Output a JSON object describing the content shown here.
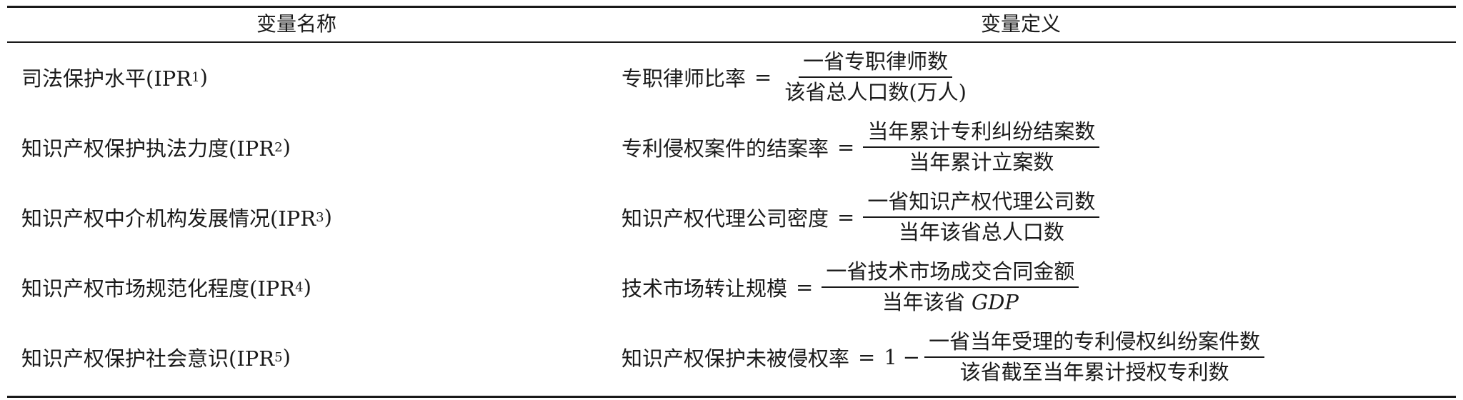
{
  "table": {
    "headers": {
      "name": "变量名称",
      "definition": "变量定义"
    },
    "rows": [
      {
        "name": "司法保护水平(IPR",
        "sub": "1",
        "close": ")",
        "def_label": "专职律师比率",
        "op": "=",
        "prefix": "",
        "minus": "",
        "numerator": "一省专职律师数",
        "denominator": "该省总人口数(万人)",
        "denominator_tail": ""
      },
      {
        "name": "知识产权保护执法力度(IPR",
        "sub": "2",
        "close": ")",
        "def_label": "专利侵权案件的结案率",
        "op": "=",
        "prefix": "",
        "minus": "",
        "numerator": "当年累计专利纠纷结案数",
        "denominator": "当年累计立案数",
        "denominator_tail": ""
      },
      {
        "name": "知识产权中介机构发展情况(IPR",
        "sub": "3",
        "close": ")",
        "def_label": "知识产权代理公司密度",
        "op": "=",
        "prefix": "",
        "minus": "",
        "numerator": "一省知识产权代理公司数",
        "denominator": "当年该省总人口数",
        "denominator_tail": ""
      },
      {
        "name": "知识产权市场规范化程度(IPR",
        "sub": "4",
        "close": ")",
        "def_label": "技术市场转让规模",
        "op": "=",
        "prefix": "",
        "minus": "",
        "numerator": "一省技术市场成交合同金额",
        "denominator": "当年该省 ",
        "denominator_tail": "GDP"
      },
      {
        "name": "知识产权保护社会意识(IPR",
        "sub": "5",
        "close": ")",
        "def_label": "知识产权保护未被侵权率",
        "op": "=",
        "prefix": "1",
        "minus": "−",
        "numerator": "一省当年受理的专利侵权纠纷案件数",
        "denominator": "该省截至当年累计授权专利数",
        "denominator_tail": ""
      }
    ]
  }
}
